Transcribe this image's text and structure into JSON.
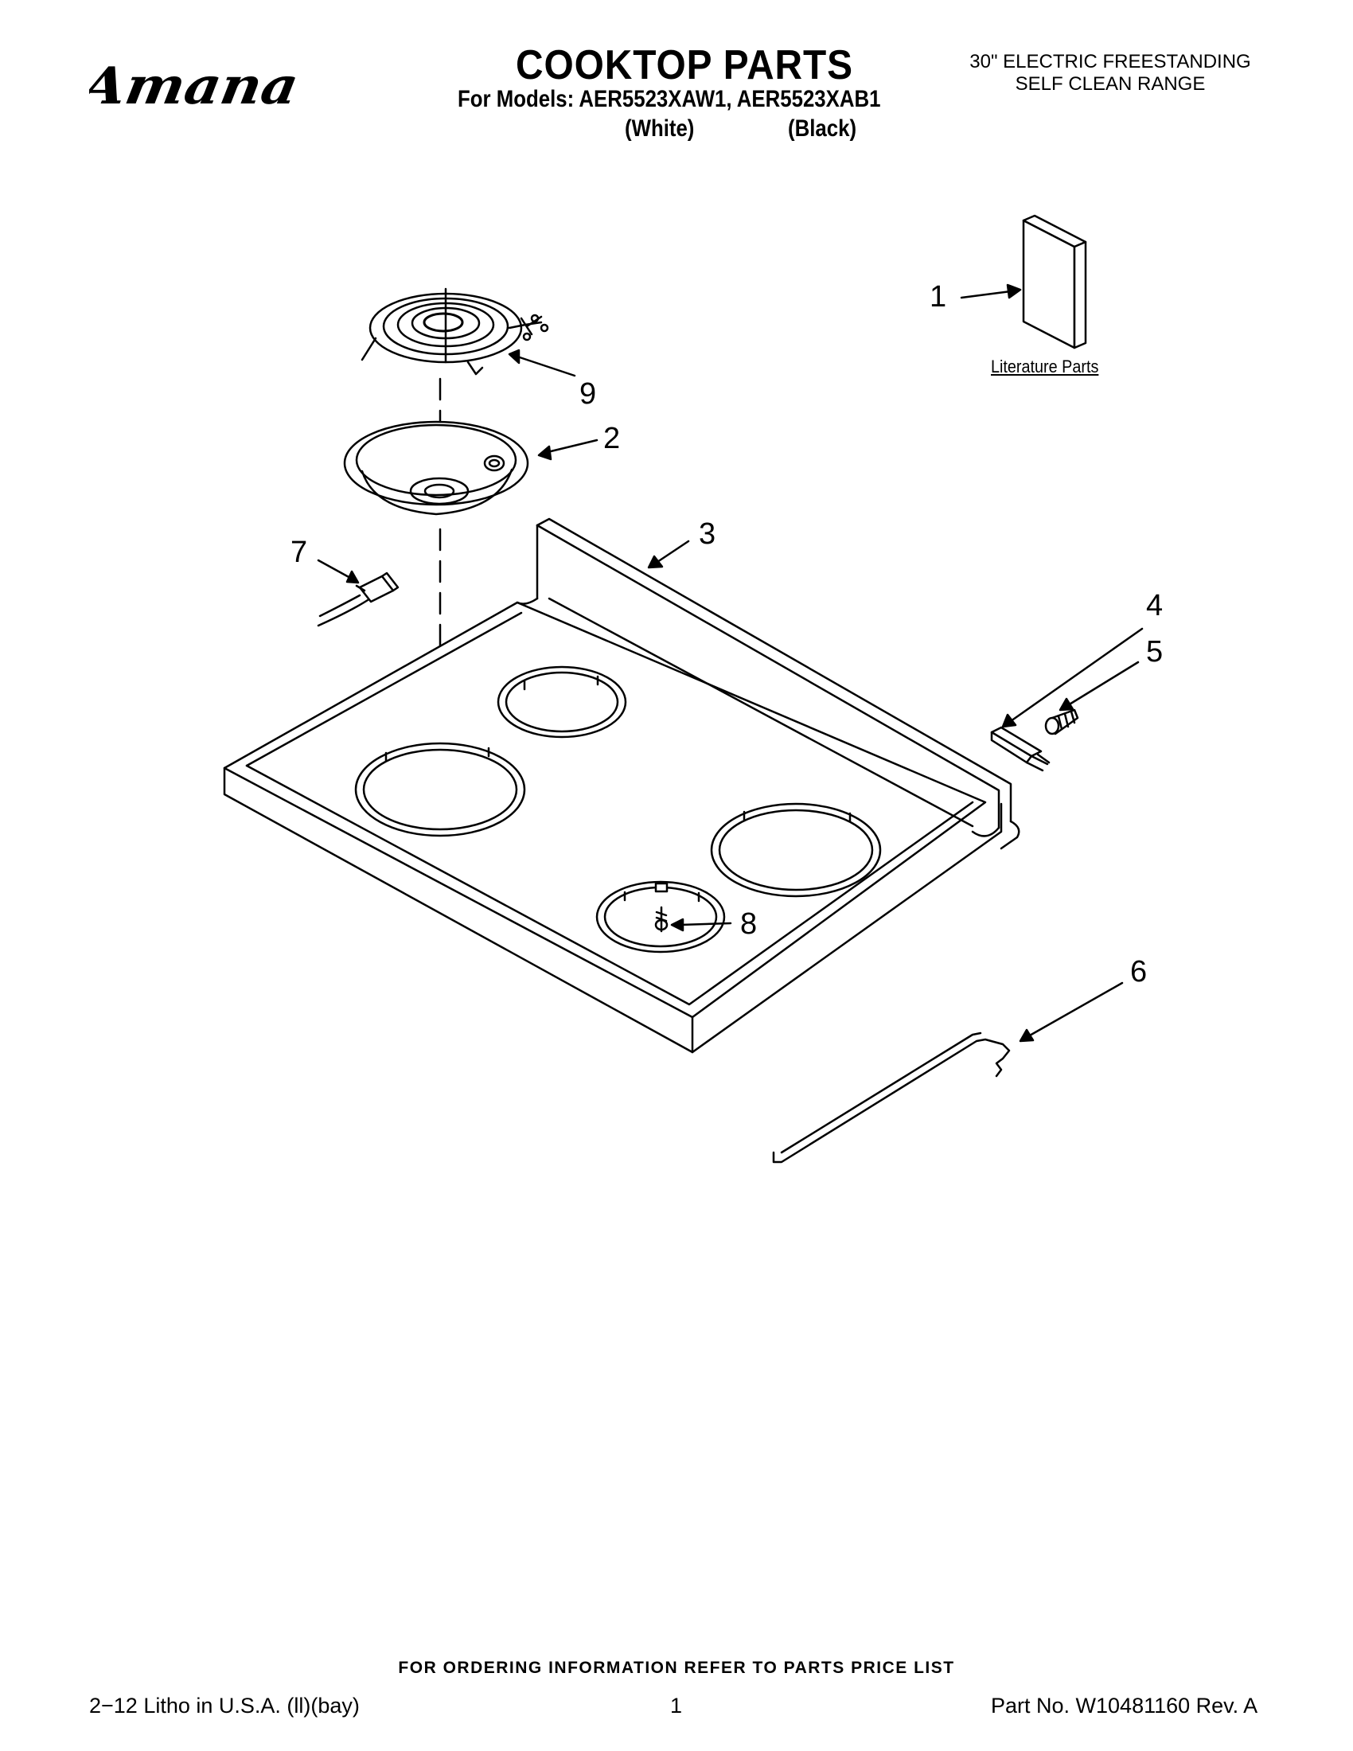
{
  "header": {
    "brand": "Amana",
    "title": "COOKTOP PARTS",
    "models_line": "For Models: AER5523XAW1, AER5523XAB1",
    "color_white": "(White)",
    "color_black": "(Black)",
    "range_type_line1": "30\" ELECTRIC FREESTANDING",
    "range_type_line2": "SELF CLEAN RANGE"
  },
  "diagram": {
    "callouts": [
      "1",
      "2",
      "3",
      "4",
      "5",
      "6",
      "7",
      "8",
      "9"
    ],
    "literature_label": "Literature Parts"
  },
  "footer": {
    "ordering_info": "FOR ORDERING INFORMATION REFER TO PARTS PRICE LIST",
    "litho": "2−12 Litho in U.S.A. (ll)(bay)",
    "page_number": "1",
    "part_number": "Part No. W10481160 Rev. A"
  }
}
